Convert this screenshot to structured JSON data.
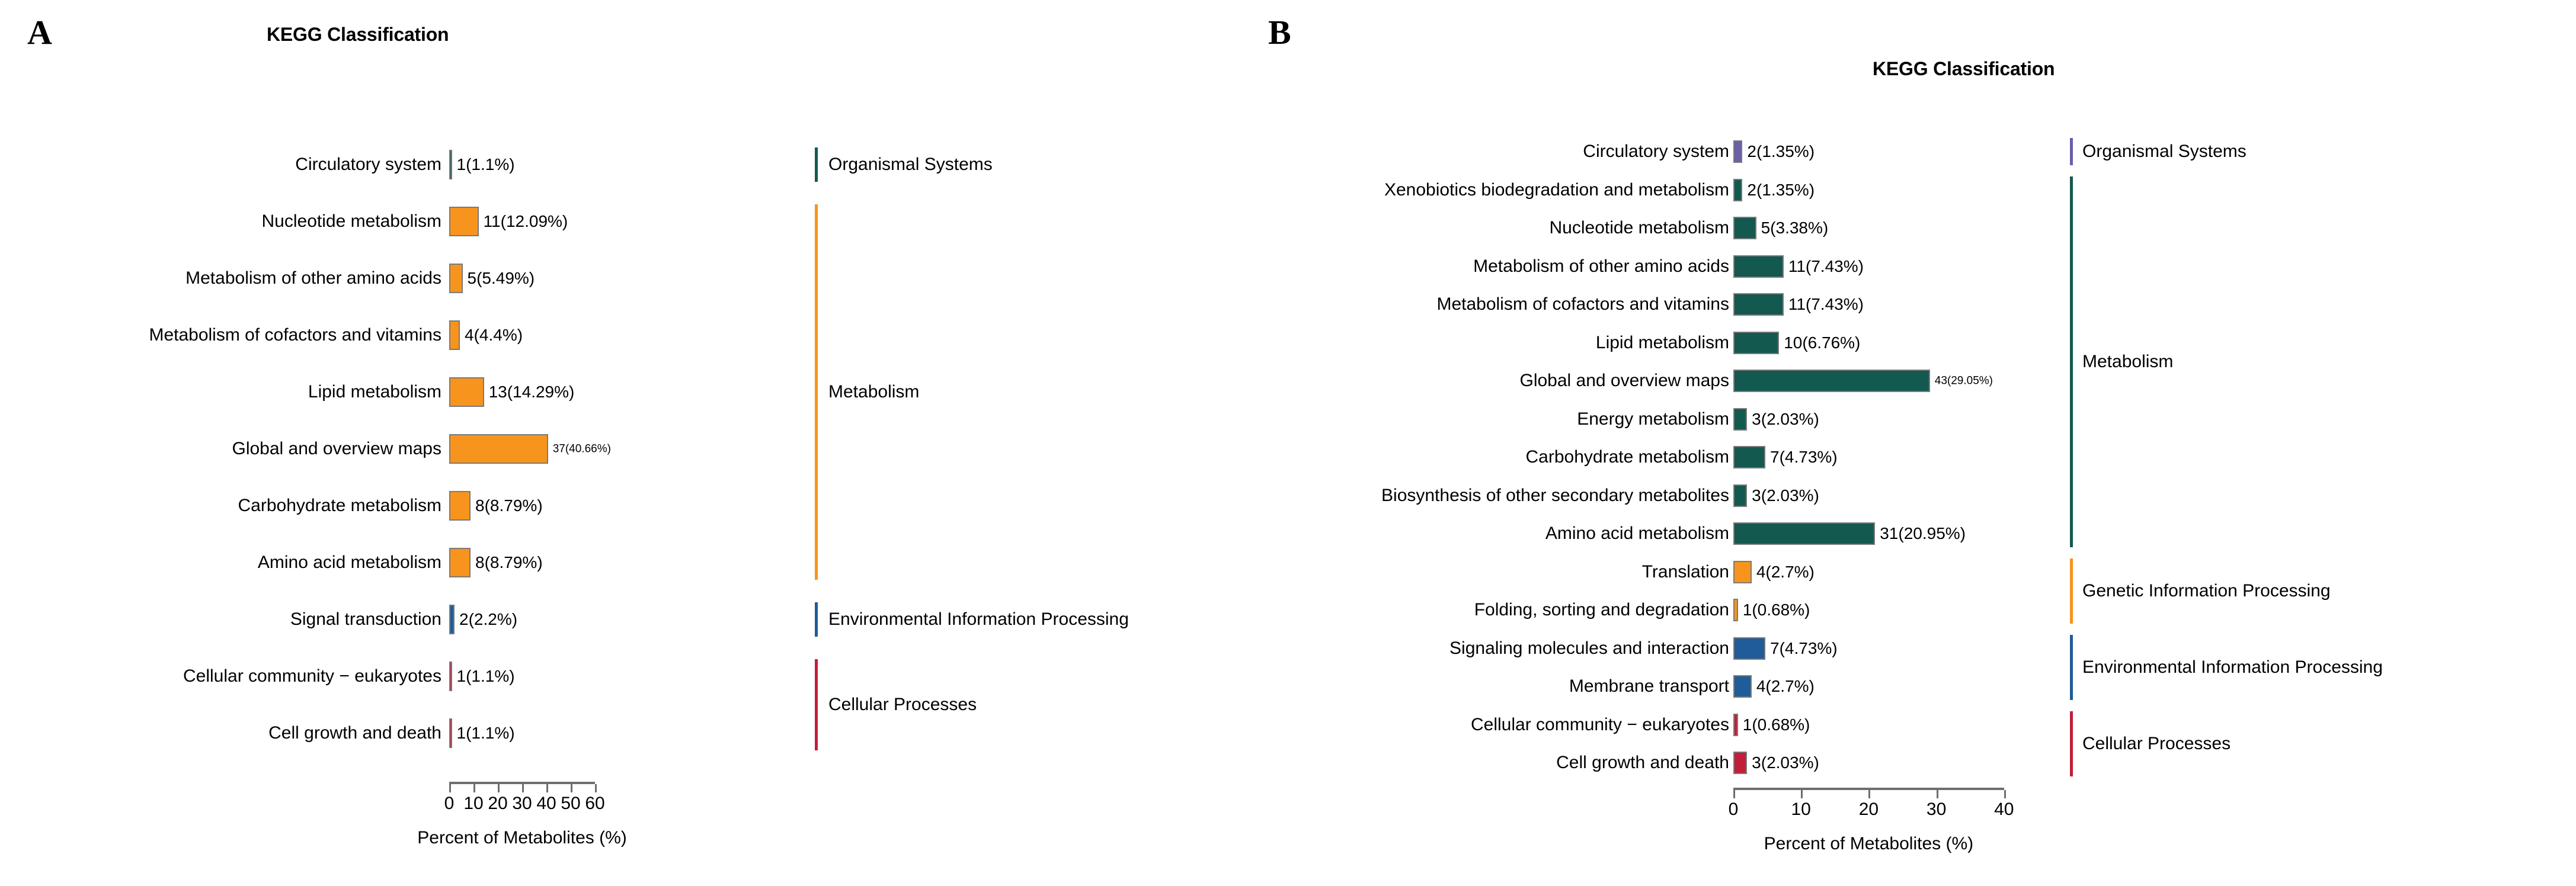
{
  "figure": {
    "panels": [
      {
        "letter": "A",
        "title": "KEGG Classification",
        "axis": {
          "title": "Percent of Metabolites (%)",
          "ticks": [
            "0",
            "10",
            "20",
            "30",
            "40",
            "50",
            "60"
          ],
          "min": 0,
          "max": 60
        },
        "legend": [
          {
            "label": "Organismal Systems",
            "color": "#14594F"
          },
          {
            "label": "Metabolism",
            "color": "#F7941D"
          },
          {
            "label": "Environmental Information Processing",
            "color": "#1F5C99"
          },
          {
            "label": "Cellular Processes",
            "color": "#C21E3A"
          }
        ],
        "rows": [
          {
            "label": "Circulatory system",
            "count": 1,
            "percent": 1.1,
            "value_label": "1(1.1%)",
            "group": "Organismal Systems",
            "color": "#14594F"
          },
          {
            "label": "Nucleotide metabolism",
            "count": 11,
            "percent": 12.09,
            "value_label": "11(12.09%)",
            "group": "Metabolism",
            "color": "#F7941D"
          },
          {
            "label": "Metabolism of other amino acids",
            "count": 5,
            "percent": 5.49,
            "value_label": "5(5.49%)",
            "group": "Metabolism",
            "color": "#F7941D"
          },
          {
            "label": "Metabolism of cofactors and vitamins",
            "count": 4,
            "percent": 4.4,
            "value_label": "4(4.4%)",
            "group": "Metabolism",
            "color": "#F7941D"
          },
          {
            "label": "Lipid metabolism",
            "count": 13,
            "percent": 14.29,
            "value_label": "13(14.29%)",
            "group": "Metabolism",
            "color": "#F7941D"
          },
          {
            "label": "Global and overview maps",
            "count": 37,
            "percent": 40.66,
            "value_label": "37(40.66%)",
            "group": "Metabolism",
            "color": "#F7941D",
            "small_value": true
          },
          {
            "label": "Carbohydrate metabolism",
            "count": 8,
            "percent": 8.79,
            "value_label": "8(8.79%)",
            "group": "Metabolism",
            "color": "#F7941D"
          },
          {
            "label": "Amino acid metabolism",
            "count": 8,
            "percent": 8.79,
            "value_label": "8(8.79%)",
            "group": "Metabolism",
            "color": "#F7941D"
          },
          {
            "label": "Signal transduction",
            "count": 2,
            "percent": 2.2,
            "value_label": "2(2.2%)",
            "group": "Environmental Information Processing",
            "color": "#1F5C99"
          },
          {
            "label": "Cellular community − eukaryotes",
            "count": 1,
            "percent": 1.1,
            "value_label": "1(1.1%)",
            "group": "Cellular Processes",
            "color": "#C21E3A"
          },
          {
            "label": "Cell growth and death",
            "count": 1,
            "percent": 1.1,
            "value_label": "1(1.1%)",
            "group": "Cellular Processes",
            "color": "#C21E3A"
          }
        ],
        "legend_spans": [
          {
            "label": "Organismal Systems",
            "color": "#14594F",
            "first": 0,
            "last": 0
          },
          {
            "label": "Metabolism",
            "color": "#F7941D",
            "first": 1,
            "last": 7
          },
          {
            "label": "Environmental Information Processing",
            "color": "#1F5C99",
            "first": 8,
            "last": 8
          },
          {
            "label": "Cellular Processes",
            "color": "#C21E3A",
            "first": 9,
            "last": 10
          }
        ]
      },
      {
        "letter": "B",
        "title": "KEGG Classification",
        "axis": {
          "title": "Percent of Metabolites (%)",
          "ticks": [
            "0",
            "10",
            "20",
            "30",
            "40"
          ],
          "min": 0,
          "max": 40
        },
        "legend": [
          {
            "label": "Organismal Systems",
            "color": "#6A5FA8"
          },
          {
            "label": "Metabolism",
            "color": "#14594F"
          },
          {
            "label": "Genetic Information Processing",
            "color": "#F7941D"
          },
          {
            "label": "Environmental Information Processing",
            "color": "#1F5C99"
          },
          {
            "label": "Cellular Processes",
            "color": "#C21E3A"
          }
        ],
        "rows": [
          {
            "label": "Circulatory system",
            "count": 2,
            "percent": 1.35,
            "value_label": "2(1.35%)",
            "group": "Organismal Systems",
            "color": "#6A5FA8"
          },
          {
            "label": "Xenobiotics biodegradation and metabolism",
            "count": 2,
            "percent": 1.35,
            "value_label": "2(1.35%)",
            "group": "Metabolism",
            "color": "#14594F"
          },
          {
            "label": "Nucleotide metabolism",
            "count": 5,
            "percent": 3.38,
            "value_label": "5(3.38%)",
            "group": "Metabolism",
            "color": "#14594F"
          },
          {
            "label": "Metabolism of other amino acids",
            "count": 11,
            "percent": 7.43,
            "value_label": "11(7.43%)",
            "group": "Metabolism",
            "color": "#14594F"
          },
          {
            "label": "Metabolism of cofactors and vitamins",
            "count": 11,
            "percent": 7.43,
            "value_label": "11(7.43%)",
            "group": "Metabolism",
            "color": "#14594F"
          },
          {
            "label": "Lipid metabolism",
            "count": 10,
            "percent": 6.76,
            "value_label": "10(6.76%)",
            "group": "Metabolism",
            "color": "#14594F"
          },
          {
            "label": "Global and overview maps",
            "count": 43,
            "percent": 29.05,
            "value_label": "43(29.05%)",
            "group": "Metabolism",
            "color": "#14594F",
            "small_value": true
          },
          {
            "label": "Energy metabolism",
            "count": 3,
            "percent": 2.03,
            "value_label": "3(2.03%)",
            "group": "Metabolism",
            "color": "#14594F"
          },
          {
            "label": "Carbohydrate metabolism",
            "count": 7,
            "percent": 4.73,
            "value_label": "7(4.73%)",
            "group": "Metabolism",
            "color": "#14594F"
          },
          {
            "label": "Biosynthesis of other secondary metabolites",
            "count": 3,
            "percent": 2.03,
            "value_label": "3(2.03%)",
            "group": "Metabolism",
            "color": "#14594F"
          },
          {
            "label": "Amino acid metabolism",
            "count": 31,
            "percent": 20.95,
            "value_label": "31(20.95%)",
            "group": "Metabolism",
            "color": "#14594F"
          },
          {
            "label": "Translation",
            "count": 4,
            "percent": 2.7,
            "value_label": "4(2.7%)",
            "group": "Genetic Information Processing",
            "color": "#F7941D"
          },
          {
            "label": "Folding, sorting and degradation",
            "count": 1,
            "percent": 0.68,
            "value_label": "1(0.68%)",
            "group": "Genetic Information Processing",
            "color": "#F7941D"
          },
          {
            "label": "Signaling molecules and interaction",
            "count": 7,
            "percent": 4.73,
            "value_label": "7(4.73%)",
            "group": "Environmental Information Processing",
            "color": "#1F5C99"
          },
          {
            "label": "Membrane transport",
            "count": 4,
            "percent": 2.7,
            "value_label": "4(2.7%)",
            "group": "Environmental Information Processing",
            "color": "#1F5C99"
          },
          {
            "label": "Cellular community − eukaryotes",
            "count": 1,
            "percent": 0.68,
            "value_label": "1(0.68%)",
            "group": "Cellular Processes",
            "color": "#C21E3A"
          },
          {
            "label": "Cell growth and death",
            "count": 3,
            "percent": 2.03,
            "value_label": "3(2.03%)",
            "group": "Cellular Processes",
            "color": "#C21E3A"
          }
        ],
        "legend_spans": [
          {
            "label": "Organismal Systems",
            "color": "#6A5FA8",
            "first": 0,
            "last": 0
          },
          {
            "label": "Metabolism",
            "color": "#14594F",
            "first": 1,
            "last": 10
          },
          {
            "label": "Genetic Information Processing",
            "color": "#F7941D",
            "first": 11,
            "last": 12
          },
          {
            "label": "Environmental Information Processing",
            "color": "#1F5C99",
            "first": 13,
            "last": 14
          },
          {
            "label": "Cellular Processes",
            "color": "#C21E3A",
            "first": 15,
            "last": 16
          }
        ]
      }
    ]
  },
  "chart_data": [
    {
      "type": "bar",
      "orientation": "horizontal",
      "panel": "A",
      "title": "KEGG Classification",
      "xlabel": "Percent of Metabolites (%)",
      "ylabel": "",
      "xlim": [
        0,
        60
      ],
      "xticks": [
        0,
        10,
        20,
        30,
        40,
        50,
        60
      ],
      "grid": false,
      "legend_position": "right",
      "categories": [
        "Circulatory system",
        "Nucleotide metabolism",
        "Metabolism of other amino acids",
        "Metabolism of cofactors and vitamins",
        "Lipid metabolism",
        "Global and overview maps",
        "Carbohydrate metabolism",
        "Amino acid metabolism",
        "Signal transduction",
        "Cellular community − eukaryotes",
        "Cell growth and death"
      ],
      "values": [
        1.1,
        12.09,
        5.49,
        4.4,
        14.29,
        40.66,
        8.79,
        8.79,
        2.2,
        1.1,
        1.1
      ],
      "counts": [
        1,
        11,
        5,
        4,
        13,
        37,
        8,
        8,
        2,
        1,
        1
      ],
      "annotations": [
        "1(1.1%)",
        "11(12.09%)",
        "5(5.49%)",
        "4(4.4%)",
        "13(14.29%)",
        "37(40.66%)",
        "8(8.79%)",
        "8(8.79%)",
        "2(2.2%)",
        "1(1.1%)",
        "1(1.1%)"
      ],
      "group_of_category": [
        "Organismal Systems",
        "Metabolism",
        "Metabolism",
        "Metabolism",
        "Metabolism",
        "Metabolism",
        "Metabolism",
        "Metabolism",
        "Environmental Information Processing",
        "Cellular Processes",
        "Cellular Processes"
      ],
      "legend": [
        {
          "name": "Organismal Systems",
          "color": "#14594F"
        },
        {
          "name": "Metabolism",
          "color": "#F7941D"
        },
        {
          "name": "Environmental Information Processing",
          "color": "#1F5C99"
        },
        {
          "name": "Cellular Processes",
          "color": "#C21E3A"
        }
      ]
    },
    {
      "type": "bar",
      "orientation": "horizontal",
      "panel": "B",
      "title": "KEGG Classification",
      "xlabel": "Percent of Metabolites (%)",
      "ylabel": "",
      "xlim": [
        0,
        40
      ],
      "xticks": [
        0,
        10,
        20,
        30,
        40
      ],
      "grid": false,
      "legend_position": "right",
      "categories": [
        "Circulatory system",
        "Xenobiotics biodegradation and metabolism",
        "Nucleotide metabolism",
        "Metabolism of other amino acids",
        "Metabolism of cofactors and vitamins",
        "Lipid metabolism",
        "Global and overview maps",
        "Energy metabolism",
        "Carbohydrate metabolism",
        "Biosynthesis of other secondary metabolites",
        "Amino acid metabolism",
        "Translation",
        "Folding, sorting and degradation",
        "Signaling molecules and interaction",
        "Membrane transport",
        "Cellular community − eukaryotes",
        "Cell growth and death"
      ],
      "values": [
        1.35,
        1.35,
        3.38,
        7.43,
        7.43,
        6.76,
        29.05,
        2.03,
        4.73,
        2.03,
        20.95,
        2.7,
        0.68,
        4.73,
        2.7,
        0.68,
        2.03
      ],
      "counts": [
        2,
        2,
        5,
        11,
        11,
        10,
        43,
        3,
        7,
        3,
        31,
        4,
        1,
        7,
        4,
        1,
        3
      ],
      "annotations": [
        "2(1.35%)",
        "2(1.35%)",
        "5(3.38%)",
        "11(7.43%)",
        "11(7.43%)",
        "10(6.76%)",
        "43(29.05%)",
        "3(2.03%)",
        "7(4.73%)",
        "3(2.03%)",
        "31(20.95%)",
        "4(2.7%)",
        "1(0.68%)",
        "7(4.73%)",
        "4(2.7%)",
        "1(0.68%)",
        "3(2.03%)"
      ],
      "group_of_category": [
        "Organismal Systems",
        "Metabolism",
        "Metabolism",
        "Metabolism",
        "Metabolism",
        "Metabolism",
        "Metabolism",
        "Metabolism",
        "Metabolism",
        "Metabolism",
        "Metabolism",
        "Genetic Information Processing",
        "Genetic Information Processing",
        "Environmental Information Processing",
        "Environmental Information Processing",
        "Cellular Processes",
        "Cellular Processes"
      ],
      "legend": [
        {
          "name": "Organismal Systems",
          "color": "#6A5FA8"
        },
        {
          "name": "Metabolism",
          "color": "#14594F"
        },
        {
          "name": "Genetic Information Processing",
          "color": "#F7941D"
        },
        {
          "name": "Environmental Information Processing",
          "color": "#1F5C99"
        },
        {
          "name": "Cellular Processes",
          "color": "#C21E3A"
        }
      ]
    }
  ]
}
